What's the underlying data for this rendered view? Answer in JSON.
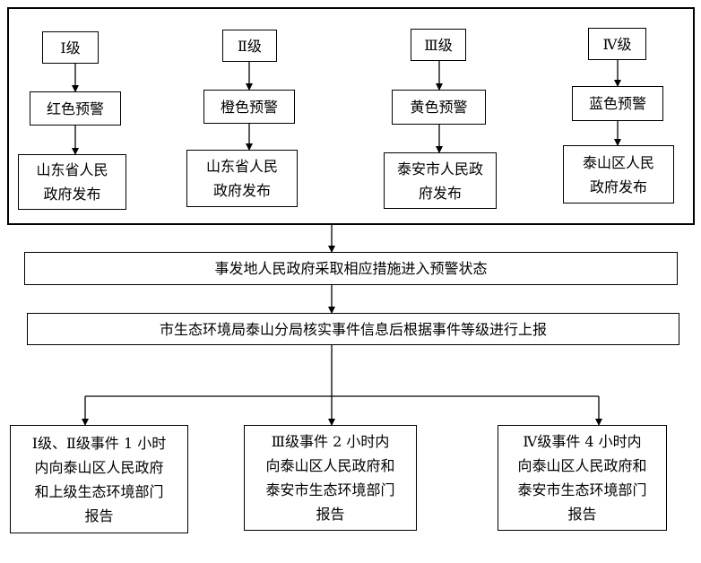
{
  "levels": [
    {
      "level": "Ⅰ级",
      "warning": "红色预警",
      "issuer": "山东省人民政府发布"
    },
    {
      "level": "Ⅱ级",
      "warning": "橙色预警",
      "issuer": "山东省人民政府发布"
    },
    {
      "level": "Ⅲ级",
      "warning": "黄色预警",
      "issuer": "泰安市人民政府发布"
    },
    {
      "level": "Ⅳ级",
      "warning": "蓝色预警",
      "issuer": "泰山区人民政府发布"
    }
  ],
  "steps": {
    "step1": "事发地人民政府采取相应措施进入预警状态",
    "step2": "市生态环境局泰山分局核实事件信息后根据事件等级进行上报"
  },
  "reports": [
    "Ⅰ级、Ⅱ级事件 1 小时内向泰山区人民政府和上级生态环境部门报告",
    "Ⅲ级事件 2 小时内向泰山区人民政府和泰安市生态环境部门报告",
    "Ⅳ级事件 4 小时内向泰山区人民政府和泰安市生态环境部门报告"
  ]
}
